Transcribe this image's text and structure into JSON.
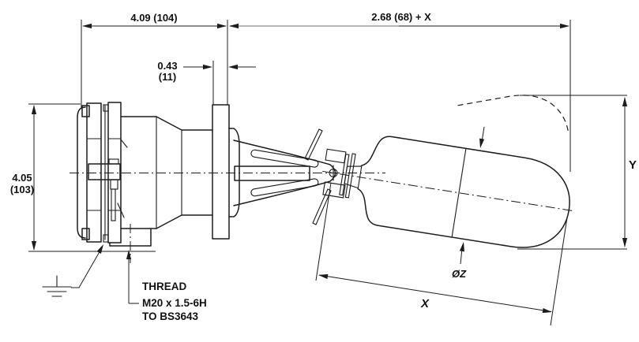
{
  "labels": {
    "overall_length": "4.09 (104)",
    "float_extension": "2.68 (68) + X",
    "flange_thickness_value": "0.43",
    "flange_thickness_mm": "(11)",
    "body_height_value": "4.05",
    "body_height_mm": "(103)",
    "thread_line1": "THREAD",
    "thread_line2": "M20 x 1.5-6H",
    "thread_line3": "TO BS3643",
    "y_dim": "Y",
    "x_dim": "X",
    "float_diameter": "ØZ"
  },
  "colors": {
    "line": "#1c1c1c",
    "dim_line_gray": "#9e9e9e",
    "background": "#ffffff"
  }
}
